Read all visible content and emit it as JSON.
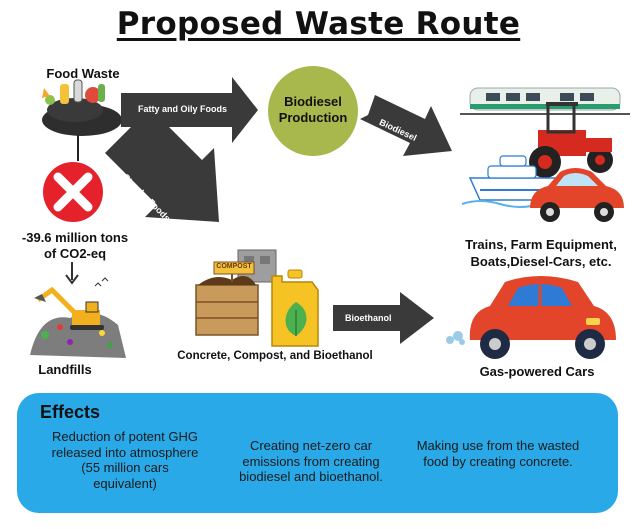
{
  "title": "Proposed Waste Route",
  "food_waste_label": "Food Waste",
  "fatty_arrow_label": "Fatty and Oily Foods",
  "starchy_arrow_label": "Starchy Foods",
  "biodiesel_circle_label": "Biodiesel Production",
  "biodiesel_arrow_label": "Biodiesel",
  "bioethanol_arrow_label": "Bioethanol",
  "landfill_emission": "-39.6 million tons of CO2-eq",
  "landfills_label": "Landfills",
  "compost_sign": "COMPOST",
  "concrete_label": "Concrete, Compost, and Bioethanol",
  "vehicles_label": "Trains, Farm Equipment, Boats,Diesel-Cars, etc.",
  "gas_cars_label": "Gas-powered Cars",
  "effects": {
    "title": "Effects",
    "items": [
      "Reduction of potent GHG released into atmosphere (55 million cars equivalent)",
      "Creating net-zero car emissions from creating biodiesel and bioethanol.",
      "Making use from the wasted food by creating concrete."
    ]
  },
  "colors": {
    "arrow": "#3a3a3a",
    "biodiesel_circle": "#a8b84c",
    "effects_panel": "#2aa9e8",
    "red_x": "#e5222b",
    "car_red": "#e2452a",
    "car_blue": "#2f7ad4",
    "excavator": "#f2b01e"
  }
}
